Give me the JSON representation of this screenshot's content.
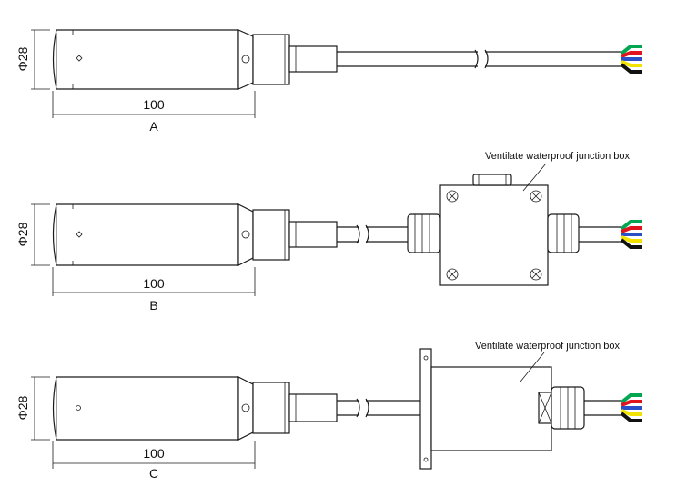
{
  "diagrams": [
    {
      "id": "A",
      "diameter_label": "Φ28",
      "length_label": "100",
      "variant_label": "A"
    },
    {
      "id": "B",
      "diameter_label": "Φ28",
      "length_label": "100",
      "variant_label": "B",
      "callout": "Ventilate  waterproof junction box"
    },
    {
      "id": "C",
      "diameter_label": "Φ28",
      "length_label": "100",
      "variant_label": "C",
      "callout": "Ventilate  waterproof junction box"
    }
  ],
  "wire_colors": [
    "#00a650",
    "#e0141e",
    "#2a50c8",
    "#f2e200",
    "#111111"
  ]
}
